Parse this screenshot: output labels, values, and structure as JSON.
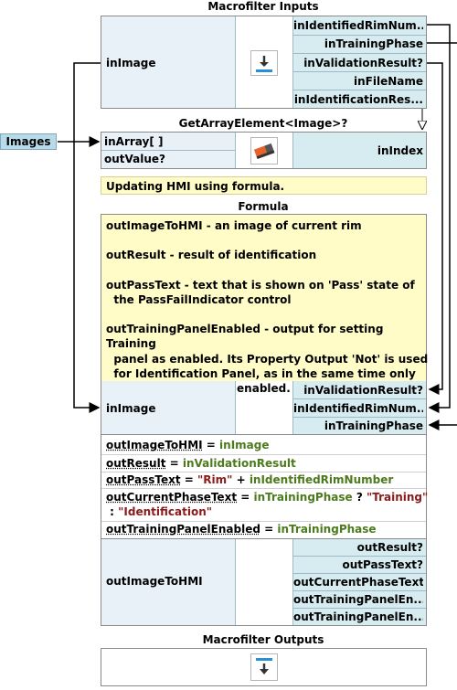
{
  "inputs": {
    "title": "Macrofilter Inputs",
    "left_port": "inImage",
    "ports": [
      "inIdentifiedRimNum...",
      "inTrainingPhase",
      "inValidationResult?",
      "inFileName",
      "inIdentificationRes..."
    ]
  },
  "images_label": "Images",
  "getarray": {
    "title": "GetArrayElement<Image>?",
    "in_array": "inArray[ ]",
    "out_value": "outValue?",
    "in_index": "inIndex"
  },
  "comment": "Updating HMI using formula.",
  "formula": {
    "title": "Formula",
    "description": [
      "outImageToHMI - an image of current rim",
      "",
      "outResult - result of identification",
      "",
      "outPassText - text that is shown on 'Pass' state of",
      "  the PassFailIndicator control",
      "",
      "outTrainingPanelEnabled - output for setting Training",
      "  panel as enabled. Its Property Output 'Not' is used",
      "  for Identification Panel, as in the same time only",
      "  one of them can be enabled."
    ],
    "left_port": "inImage",
    "right_ports": [
      "inValidationResult?",
      "inIdentifiedRimNum...",
      "inTrainingPhase"
    ],
    "lines": {
      "l1_out": "outImageToHMI",
      "l1_eq": " = ",
      "l1_in": "inImage",
      "l2_out": "outResult",
      "l2_eq": " = ",
      "l2_in": "inValidationResult",
      "l3_out": "outPassText",
      "l3_eq": " = ",
      "l3_str": "\"Rim\"",
      "l3_plus": " + ",
      "l3_in": "inIdentifiedRimNumber",
      "l4_out": "outCurrentPhaseText",
      "l4_eq": " = ",
      "l4_in": "inTrainingPhase",
      "l4_q": " ? ",
      "l4_str1": "\"Training\"",
      "l4_colon": " : ",
      "l4_str2": "\"Identification\"",
      "l5_out": "outTrainingPanelEnabled",
      "l5_eq": " = ",
      "l5_in": "inTrainingPhase"
    },
    "out_left": "outImageToHMI",
    "out_ports": [
      "outResult?",
      "outPassText?",
      "outCurrentPhaseText",
      "outTrainingPanelEn...",
      "outTrainingPanelEn..."
    ]
  },
  "outputs": {
    "title": "Macrofilter Outputs"
  }
}
